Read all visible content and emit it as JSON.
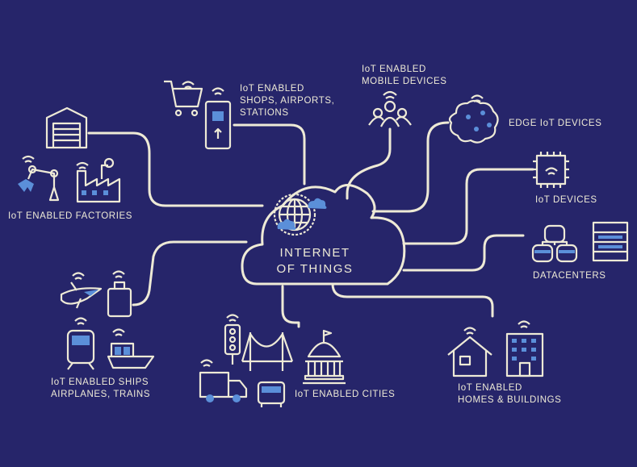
{
  "center": {
    "line1": "INTERNET",
    "line2": "OF THINGS"
  },
  "nodes": {
    "factories": "IoT ENABLED FACTORIES",
    "shops": [
      "IoT ENABLED",
      "SHOPS, AIRPORTS,",
      "STATIONS"
    ],
    "mobile": [
      "IoT ENABLED",
      "MOBILE DEVICES"
    ],
    "edge": "EDGE IoT DEVICES",
    "devices": "IoT DEVICES",
    "datacenters": "DATACENTERS",
    "homes": [
      "IoT ENABLED",
      "HOMES & BUILDINGS"
    ],
    "cities": "IoT ENABLED CITIES",
    "ships": [
      "IoT ENABLED SHIPS",
      "AIRPLANES, TRAINS"
    ]
  },
  "colors": {
    "background": "#26256a",
    "line": "#eeead6",
    "accent": "#5b8fd9"
  }
}
